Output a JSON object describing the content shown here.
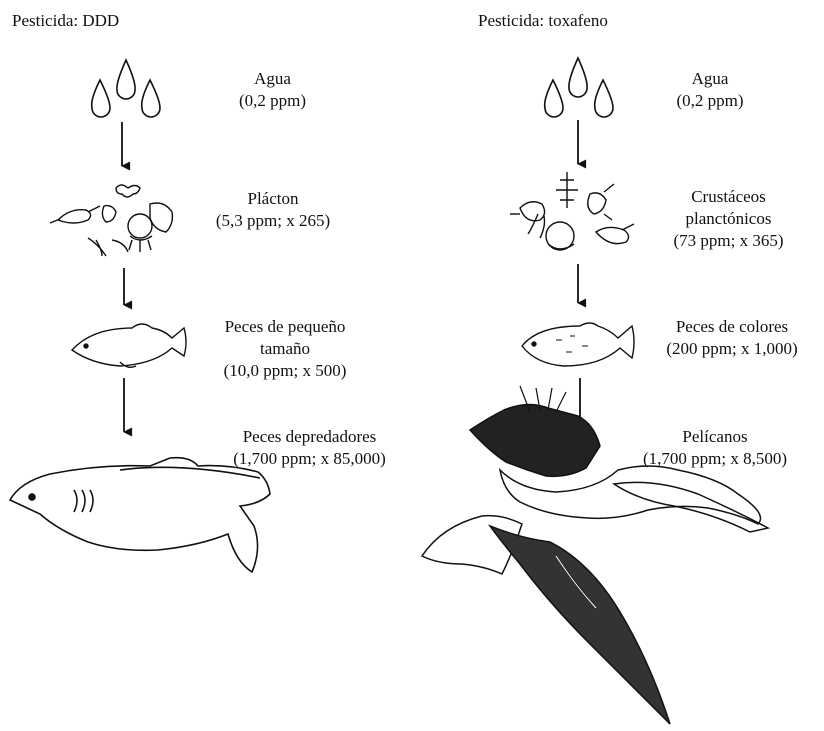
{
  "left": {
    "title": "Pesticida: DDD",
    "stages": [
      {
        "name": "Agua",
        "value": "(0,2 ppm)",
        "icon": "water-drops-icon"
      },
      {
        "name": "Plácton",
        "value": "(5,3 ppm; x 265)",
        "icon": "plankton-icon"
      },
      {
        "name": "Peces de pequeño",
        "name2": "tamaño",
        "value": "(10,0 ppm; x 500)",
        "icon": "small-fish-icon"
      },
      {
        "name": "Peces depredadores",
        "value": "(1,700 ppm; x 85,000)",
        "icon": "predator-fish-icon"
      }
    ]
  },
  "right": {
    "title": "Pesticida: toxafeno",
    "stages": [
      {
        "name": "Agua",
        "value": "(0,2 ppm)",
        "icon": "water-drops-icon"
      },
      {
        "name": "Crustáceos",
        "name2": "planctónicos",
        "value": "(73 ppm; x 365)",
        "icon": "crustaceans-icon"
      },
      {
        "name": "Peces de colores",
        "value": "(200 ppm; x 1,000)",
        "icon": "goldfish-icon"
      },
      {
        "name": "Pelícanos",
        "value": "(1,700 ppm; x 8,500)",
        "icon": "pelican-icon"
      }
    ]
  }
}
